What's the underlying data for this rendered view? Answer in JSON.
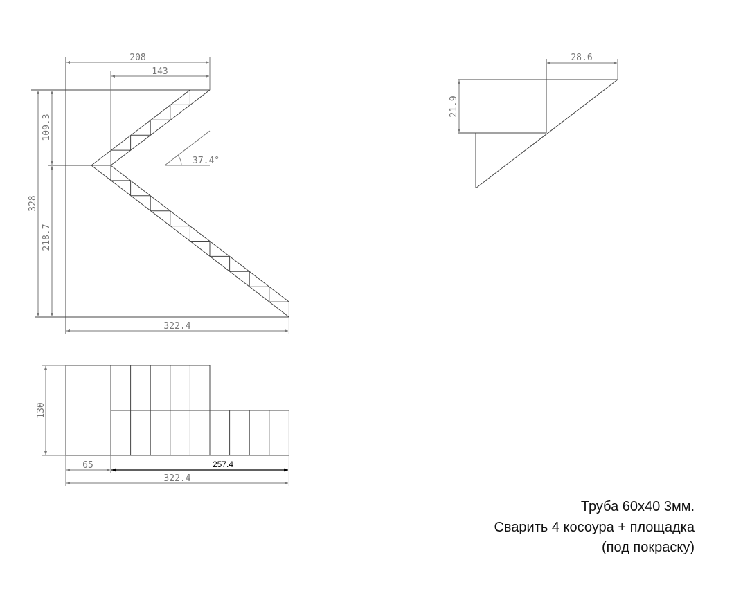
{
  "drawing": {
    "side_view": {
      "dim_total_width_top": "208",
      "dim_upper_flight_width": "143",
      "dim_total_height": "328",
      "dim_upper_height": "109.3",
      "dim_lower_height": "218.7",
      "dim_total_length": "322.4",
      "angle_label": "37.4°"
    },
    "step_detail": {
      "dim_tread": "28.6",
      "dim_riser": "21.9"
    },
    "plan_view": {
      "dim_width": "130",
      "dim_landing": "65",
      "dim_lower_flight": "257.4",
      "dim_total_length": "322.4"
    }
  },
  "notes": {
    "line1": "Труба 60х40 3мм.",
    "line2": "Сварить 4 косоура + площадка",
    "line3": "(под покраску)"
  },
  "colors": {
    "line": "#444444",
    "dimension": "#777777",
    "text": "#111111"
  }
}
